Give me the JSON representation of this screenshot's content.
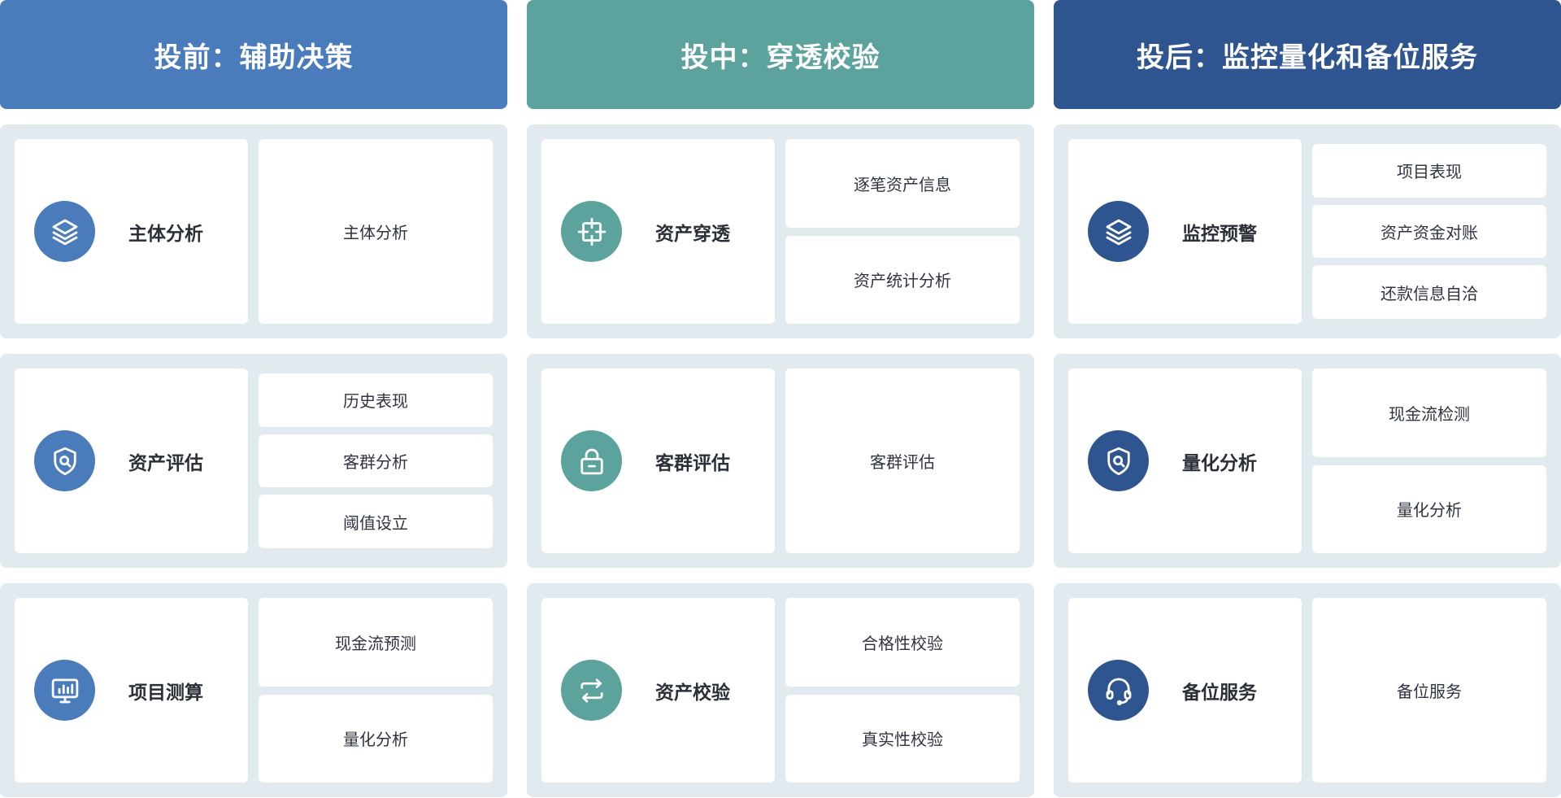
{
  "colors": {
    "pre_blue": "#4a7cbc",
    "mid_teal": "#5ba39c",
    "post_navy": "#2f5590"
  },
  "columns": [
    {
      "title": "投前：辅助决策",
      "color": "#4a7cbc",
      "rows": [
        {
          "label": "主体分析",
          "icon": "layers-icon",
          "items": [
            "主体分析"
          ]
        },
        {
          "label": "资产评估",
          "icon": "shield-search-icon",
          "items": [
            "历史表现",
            "客群分析",
            "阈值设立"
          ]
        },
        {
          "label": "项目测算",
          "icon": "monitor-chart-icon",
          "items": [
            "现金流预测",
            "量化分析"
          ]
        }
      ]
    },
    {
      "title": "投中：穿透校验",
      "color": "#5ba39c",
      "rows": [
        {
          "label": "资产穿透",
          "icon": "crosshair-icon",
          "items": [
            "逐笔资产信息",
            "资产统计分析"
          ]
        },
        {
          "label": "客群评估",
          "icon": "lock-icon",
          "items": [
            "客群评估"
          ]
        },
        {
          "label": "资产校验",
          "icon": "swap-arrows-icon",
          "items": [
            "合格性校验",
            "真实性校验"
          ]
        }
      ]
    },
    {
      "title": "投后：监控量化和备位服务",
      "color": "#2f5590",
      "rows": [
        {
          "label": "监控预警",
          "icon": "layers-icon",
          "items": [
            "项目表现",
            "资产资金对账",
            "还款信息自洽"
          ]
        },
        {
          "label": "量化分析",
          "icon": "shield-search-icon",
          "items": [
            "现金流检测",
            "量化分析"
          ]
        },
        {
          "label": "备位服务",
          "icon": "headset-icon",
          "items": [
            "备位服务"
          ]
        }
      ]
    }
  ]
}
